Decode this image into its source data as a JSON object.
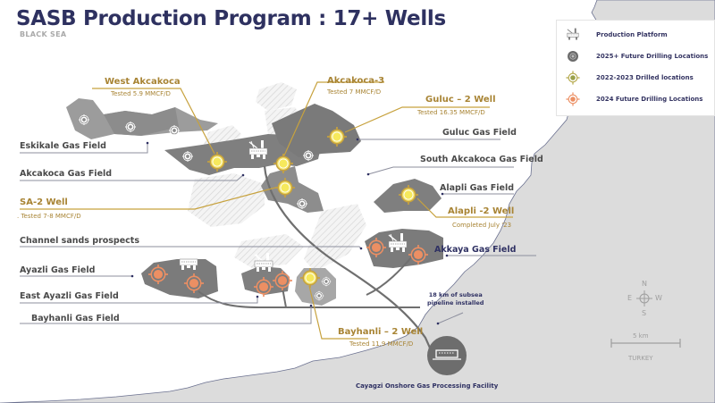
{
  "header": {
    "title": "SASB Production Program : 17+ Wells",
    "subtitle": "BLACK SEA"
  },
  "legend": {
    "items": [
      {
        "icon": "production-platform-icon",
        "label": "Production Platform"
      },
      {
        "icon": "future-2025-well-icon",
        "label": "2025+ Future Drilling Locations"
      },
      {
        "icon": "drilled-2022-2023-well-icon",
        "label": "2022-2023  Drilled locations"
      },
      {
        "icon": "future-2024-well-icon",
        "label": "2024 Future Drilling Locations"
      }
    ]
  },
  "colors": {
    "title": "#2e3160",
    "field_gray": "#7d7d7d",
    "field_light": "#a6a6a6",
    "land": "#dcdcdc",
    "gold": "#c7a23e",
    "drilled_yellow": "#f3e36a",
    "future_orange": "#ec8f63",
    "note_navy": "#2f3163"
  },
  "fields": {
    "eskikale": "Eskikale Gas Field",
    "akcakoca": "Akcakoca Gas Field",
    "guluc": "Guluc Gas Field",
    "south_akcakoca": "South Akcakoca Gas Field",
    "alapli": "Alapli Gas Field",
    "channel": "Channel sands prospects",
    "akkaya": "Akkaya Gas Field",
    "ayazli": "Ayazli Gas Field",
    "east_ayazli": "East Ayazli Gas Field",
    "bayhanli": "Bayhanli Gas Field"
  },
  "wells": {
    "west_akcakoca": {
      "name": "West Akcakoca",
      "status": "Tested 5.9 MMCF/D"
    },
    "akcakoca3": {
      "name": "Akcakoca-3",
      "status": "Tested 7 MMCF/D"
    },
    "guluc2": {
      "name": "Guluc – 2 Well",
      "status": "Tested 16.35 MMCF/D"
    },
    "sa2": {
      "name": "SA-2 Well",
      "status": ". Tested 7-8 MMCF/D"
    },
    "alapli2": {
      "name": "Alapli -2 Well",
      "status": "Completed July '23"
    },
    "bayhanli2": {
      "name": "Bayhanli – 2 Well",
      "status": "Tested 11.9 MMCF/D"
    }
  },
  "pipeline_note": {
    "line1": "18 km of subsea",
    "line2": "pipeline installed"
  },
  "facility": {
    "label": "Cayagzi Onshore Gas Processing Facility"
  },
  "compass": {
    "n": "N",
    "s": "S",
    "e": "E",
    "w": "W"
  },
  "scale": {
    "label": "5 km"
  },
  "country": {
    "label": "TURKEY"
  }
}
